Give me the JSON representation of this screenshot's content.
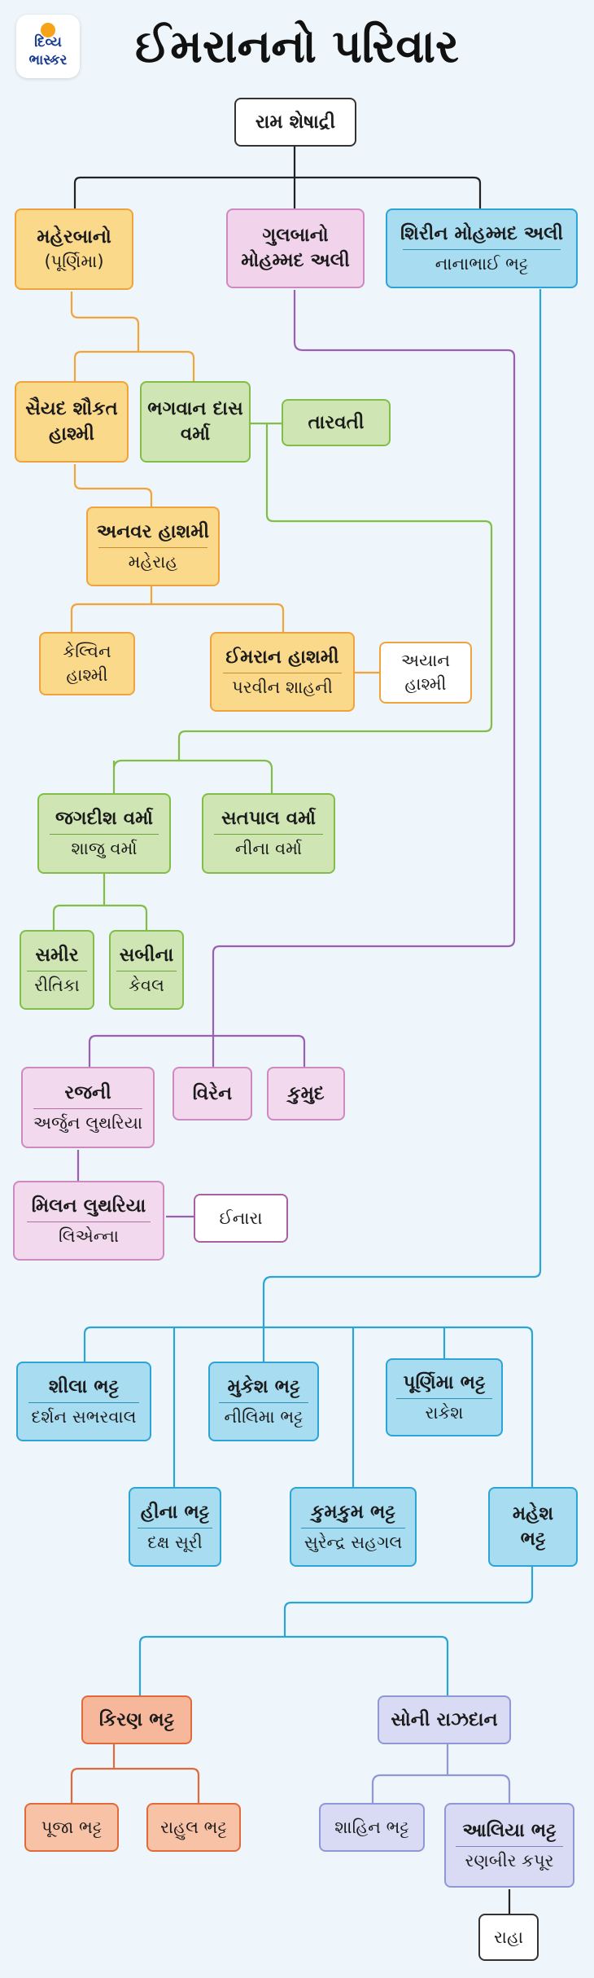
{
  "page_title": "ઈમરાનનો પરિવાર",
  "logo": {
    "line1": "દિવ્ય",
    "line2": "ભાસ્કર"
  },
  "people": {
    "ram": {
      "name": "રામ શેષાદ્રી"
    },
    "meherbano": {
      "name": "મહેરબાનો",
      "spouse": "(પૂર્ણિમા)"
    },
    "gulbano": {
      "name": "ગુલબાનો",
      "name2": "મોહમ્મદ અલી"
    },
    "shirin": {
      "name": "શિરીન મોહમ્મદ અલી",
      "spouse": "નાનાભાઈ ભટ્ટ"
    },
    "saiyad": {
      "name": "સૈયદ શૌકત",
      "name2": "હાશ્મી"
    },
    "bhagwan": {
      "name": "ભગવાન દાસ",
      "name2": "વર્મા"
    },
    "taravati": {
      "name": "તારવતી"
    },
    "anwar": {
      "name": "અનવર હાશમી",
      "spouse": "મહેરાહ"
    },
    "kelvin": {
      "name": "કેલ્વિન",
      "name2": "હાશ્મી"
    },
    "imran": {
      "name": "ઈમરાન હાશમી",
      "spouse": "પરવીન શાહની"
    },
    "ayan": {
      "name": "અયાન",
      "name2": "હાશ્મી"
    },
    "jagdish": {
      "name": "જગદીશ વર્મા",
      "spouse": "શાજુ વર્મા"
    },
    "satpal": {
      "name": "સતપાલ વર્મા",
      "spouse": "નીના વર્મા"
    },
    "samir": {
      "name": "સમીર",
      "spouse": "રીતિકા"
    },
    "sabina": {
      "name": "સબીના",
      "spouse": "કેવલ"
    },
    "rajni": {
      "name": "રજની",
      "spouse": "અર્જુન લુથરિયા"
    },
    "viren": {
      "name": "વિરેન"
    },
    "kumud": {
      "name": "કુમુદ"
    },
    "milan": {
      "name": "મિલન લુથરિયા",
      "spouse": "લિએન્ના"
    },
    "inara": {
      "name": "ઈનારા"
    },
    "sheela": {
      "name": "શીલા ભટ્ટ",
      "spouse": "દર્શન સભરવાલ"
    },
    "mukesh": {
      "name": "મુકેશ ભટ્ટ",
      "spouse": "નીલિમા ભટ્ટ"
    },
    "purnima": {
      "name": "પૂર્ણિમા ભટ્ટ",
      "spouse": "રાકેશ"
    },
    "heena": {
      "name": "હીના ભટ્ટ",
      "spouse": "દક્ષ સૂરી"
    },
    "kumkum": {
      "name": "કુમકુમ ભટ્ટ",
      "spouse": "સુરેન્દ્ર સહગલ"
    },
    "mahesh": {
      "name": "મહેશ",
      "name2": "ભટ્ટ"
    },
    "kiran": {
      "name": "કિરણ ભટ્ટ"
    },
    "soni": {
      "name": "સોની રાઝદાન"
    },
    "pooja": {
      "name": "પૂજા ભટ્ટ"
    },
    "rahul": {
      "name": "રાહુલ ભટ્ટ"
    },
    "shaheen": {
      "name": "શાહિન ભટ્ટ"
    },
    "alia": {
      "name": "આલિયા ભટ્ટ",
      "spouse": "રણબીર કપૂર"
    },
    "raha": {
      "name": "રાહા"
    }
  },
  "colors": {
    "orange_line": "#f0a43a",
    "purple_line": "#9a5fb0",
    "blue_line": "#2ba4d6",
    "green_line": "#82be47",
    "dark_line": "#222222"
  }
}
